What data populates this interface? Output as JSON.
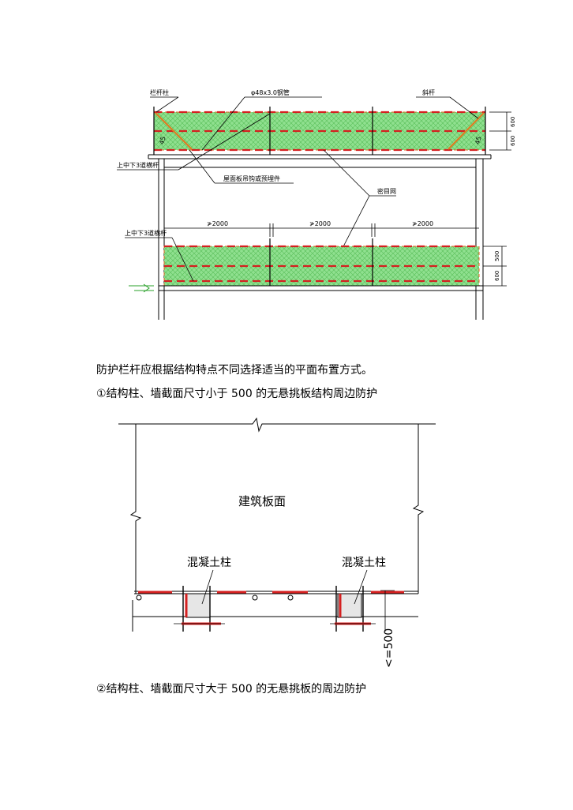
{
  "diagram1": {
    "label_post": "栏杆柱",
    "label_pipe": "φ48x3.0钢管",
    "label_brace": "斜杆",
    "label_rails_top": "上中下3道横杆",
    "label_embed": "屋面板吊钩或预埋件",
    "label_net": "密目网",
    "label_rails_bottom": "上中下3道横杆",
    "label_angle": "45",
    "spans": [
      "≯2000",
      "≯2000",
      "≯2000"
    ],
    "dims_top": [
      "600",
      "600"
    ],
    "dims_bottom": [
      "500",
      "600"
    ]
  },
  "text": {
    "para1": "防护栏杆应根据结构特点不同选择适当的平面布置方式。",
    "para2": "①结构柱、墙截面尺寸小于 500 的无悬挑板结构周边防护",
    "para3": "②结构柱、墙截面尺寸大于 500 的无悬挑板的周边防护"
  },
  "diagram2": {
    "slab_label": "建筑板面",
    "column_left": "混凝土柱",
    "column_right": "混凝土柱",
    "dim_label": "<=500"
  },
  "colors": {
    "net": "#8fe08f",
    "rail_red": "#d42020",
    "rail_orange": "#e07a20",
    "line": "#000000",
    "dash_outline": "#e06020"
  }
}
